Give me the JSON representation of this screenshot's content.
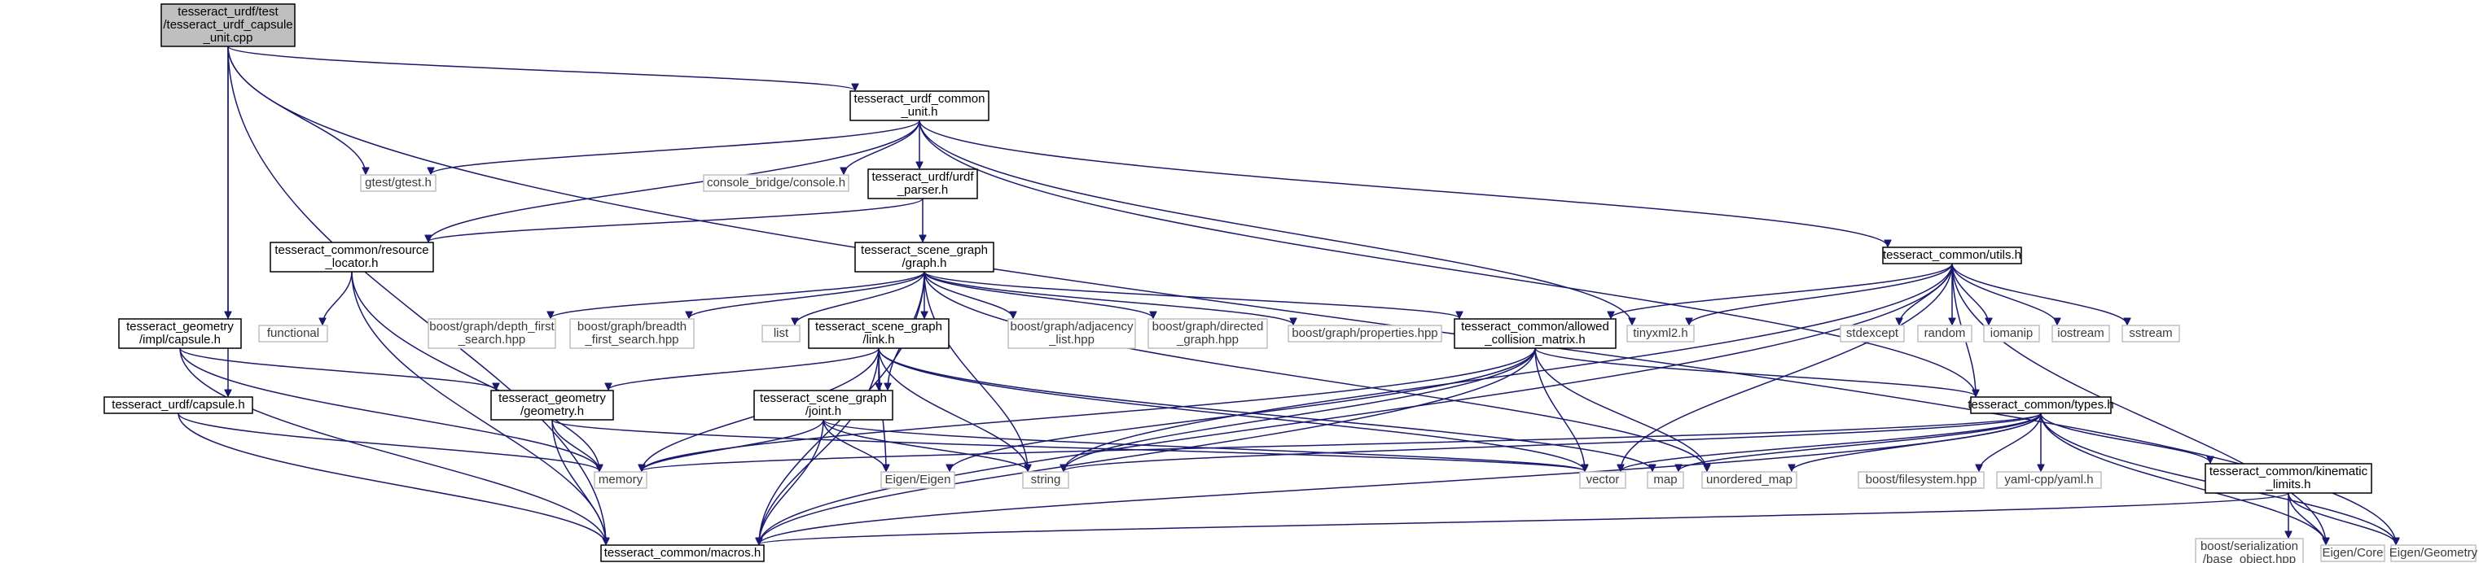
{
  "nodes": [
    {
      "id": "root",
      "kind": "root",
      "lines": [
        "tesseract_urdf/test",
        "/tesseract_urdf_capsule",
        "_unit.cpp"
      ]
    },
    {
      "id": "common_unit",
      "kind": "int",
      "lines": [
        "tesseract_urdf_common",
        "_unit.h"
      ]
    },
    {
      "id": "gtest",
      "kind": "ext",
      "lines": [
        "gtest/gtest.h"
      ]
    },
    {
      "id": "console",
      "kind": "ext",
      "lines": [
        "console_bridge/console.h"
      ]
    },
    {
      "id": "urdf_parser",
      "kind": "int",
      "lines": [
        "tesseract_urdf/urdf",
        "_parser.h"
      ]
    },
    {
      "id": "resource_locator",
      "kind": "int",
      "lines": [
        "tesseract_common/resource",
        "_locator.h"
      ]
    },
    {
      "id": "functional",
      "kind": "ext",
      "lines": [
        "functional"
      ]
    },
    {
      "id": "geom_impl_capsule",
      "kind": "int",
      "lines": [
        "tesseract_geometry",
        "/impl/capsule.h"
      ]
    },
    {
      "id": "urdf_capsule",
      "kind": "int",
      "lines": [
        "tesseract_urdf/capsule.h"
      ]
    },
    {
      "id": "sg_graph",
      "kind": "int",
      "lines": [
        "tesseract_scene_graph",
        "/graph.h"
      ]
    },
    {
      "id": "dfs",
      "kind": "ext",
      "lines": [
        "boost/graph/depth_first",
        "_search.hpp"
      ]
    },
    {
      "id": "bfs",
      "kind": "ext",
      "lines": [
        "boost/graph/breadth",
        "_first_search.hpp"
      ]
    },
    {
      "id": "list",
      "kind": "ext",
      "lines": [
        "list"
      ]
    },
    {
      "id": "sg_link",
      "kind": "int",
      "lines": [
        "tesseract_scene_graph",
        "/link.h"
      ]
    },
    {
      "id": "adj_list",
      "kind": "ext",
      "lines": [
        "boost/graph/adjacency",
        "_list.hpp"
      ]
    },
    {
      "id": "directed",
      "kind": "ext",
      "lines": [
        "boost/graph/directed",
        "_graph.hpp"
      ]
    },
    {
      "id": "props",
      "kind": "ext",
      "lines": [
        "boost/graph/properties.hpp"
      ]
    },
    {
      "id": "acm",
      "kind": "int",
      "lines": [
        "tesseract_common/allowed",
        "_collision_matrix.h"
      ]
    },
    {
      "id": "tinyxml",
      "kind": "ext",
      "lines": [
        "tinyxml2.h"
      ]
    },
    {
      "id": "utils",
      "kind": "int",
      "lines": [
        "tesseract_common/utils.h"
      ]
    },
    {
      "id": "stdexcept",
      "kind": "ext",
      "lines": [
        "stdexcept"
      ]
    },
    {
      "id": "random",
      "kind": "ext",
      "lines": [
        "random"
      ]
    },
    {
      "id": "iomanip",
      "kind": "ext",
      "lines": [
        "iomanip"
      ]
    },
    {
      "id": "iostream",
      "kind": "ext",
      "lines": [
        "iostream"
      ]
    },
    {
      "id": "sstream",
      "kind": "ext",
      "lines": [
        "sstream"
      ]
    },
    {
      "id": "geom_geometry",
      "kind": "int",
      "lines": [
        "tesseract_geometry",
        "/geometry.h"
      ]
    },
    {
      "id": "sg_joint",
      "kind": "int",
      "lines": [
        "tesseract_scene_graph",
        "/joint.h"
      ]
    },
    {
      "id": "types",
      "kind": "int",
      "lines": [
        "tesseract_common/types.h"
      ]
    },
    {
      "id": "memory",
      "kind": "ext",
      "lines": [
        "memory"
      ]
    },
    {
      "id": "eigen",
      "kind": "ext",
      "lines": [
        "Eigen/Eigen"
      ]
    },
    {
      "id": "string",
      "kind": "ext",
      "lines": [
        "string"
      ]
    },
    {
      "id": "vector",
      "kind": "ext",
      "lines": [
        "vector"
      ]
    },
    {
      "id": "map",
      "kind": "ext",
      "lines": [
        "map"
      ]
    },
    {
      "id": "unordered_map",
      "kind": "ext",
      "lines": [
        "unordered_map"
      ]
    },
    {
      "id": "fs",
      "kind": "ext",
      "lines": [
        "boost/filesystem.hpp"
      ]
    },
    {
      "id": "yaml",
      "kind": "ext",
      "lines": [
        "yaml-cpp/yaml.h"
      ]
    },
    {
      "id": "kin_limits",
      "kind": "int",
      "lines": [
        "tesseract_common/kinematic",
        "_limits.h"
      ]
    },
    {
      "id": "macros",
      "kind": "int",
      "lines": [
        "tesseract_common/macros.h"
      ]
    },
    {
      "id": "serialization",
      "kind": "ext",
      "lines": [
        "boost/serialization",
        "/base_object.hpp"
      ]
    },
    {
      "id": "eigen_core",
      "kind": "ext",
      "lines": [
        "Eigen/Core"
      ]
    },
    {
      "id": "eigen_geometry",
      "kind": "ext",
      "lines": [
        "Eigen/Geometry"
      ]
    }
  ],
  "edges": [
    [
      "root",
      "common_unit"
    ],
    [
      "root",
      "gtest"
    ],
    [
      "root",
      "geom_impl_capsule"
    ],
    [
      "root",
      "urdf_capsule"
    ],
    [
      "root",
      "macros"
    ],
    [
      "root",
      "eigen_geometry"
    ],
    [
      "common_unit",
      "gtest"
    ],
    [
      "common_unit",
      "console"
    ],
    [
      "common_unit",
      "urdf_parser"
    ],
    [
      "common_unit",
      "resource_locator"
    ],
    [
      "common_unit",
      "tinyxml"
    ],
    [
      "common_unit",
      "utils"
    ],
    [
      "common_unit",
      "types"
    ],
    [
      "urdf_parser",
      "resource_locator"
    ],
    [
      "urdf_parser",
      "sg_graph"
    ],
    [
      "resource_locator",
      "functional"
    ],
    [
      "resource_locator",
      "memory"
    ],
    [
      "resource_locator",
      "macros"
    ],
    [
      "geom_impl_capsule",
      "geom_geometry"
    ],
    [
      "geom_impl_capsule",
      "memory"
    ],
    [
      "geom_impl_capsule",
      "macros"
    ],
    [
      "urdf_capsule",
      "memory"
    ],
    [
      "urdf_capsule",
      "macros"
    ],
    [
      "sg_graph",
      "dfs"
    ],
    [
      "sg_graph",
      "bfs"
    ],
    [
      "sg_graph",
      "list"
    ],
    [
      "sg_graph",
      "sg_link"
    ],
    [
      "sg_graph",
      "sg_joint"
    ],
    [
      "sg_graph",
      "adj_list"
    ],
    [
      "sg_graph",
      "directed"
    ],
    [
      "sg_graph",
      "props"
    ],
    [
      "sg_graph",
      "acm"
    ],
    [
      "sg_graph",
      "string"
    ],
    [
      "sg_graph",
      "unordered_map"
    ],
    [
      "sg_graph",
      "macros"
    ],
    [
      "sg_link",
      "geom_geometry"
    ],
    [
      "sg_link",
      "sg_joint"
    ],
    [
      "sg_link",
      "eigen"
    ],
    [
      "sg_link",
      "memory"
    ],
    [
      "sg_link",
      "string"
    ],
    [
      "sg_link",
      "vector"
    ],
    [
      "sg_link",
      "map"
    ],
    [
      "sg_link",
      "macros"
    ],
    [
      "acm",
      "types"
    ],
    [
      "acm",
      "memory"
    ],
    [
      "acm",
      "eigen"
    ],
    [
      "acm",
      "string"
    ],
    [
      "acm",
      "vector"
    ],
    [
      "acm",
      "unordered_map"
    ],
    [
      "acm",
      "macros"
    ],
    [
      "utils",
      "tinyxml"
    ],
    [
      "utils",
      "stdexcept"
    ],
    [
      "utils",
      "random"
    ],
    [
      "utils",
      "iomanip"
    ],
    [
      "utils",
      "iostream"
    ],
    [
      "utils",
      "sstream"
    ],
    [
      "utils",
      "acm"
    ],
    [
      "utils",
      "string"
    ],
    [
      "utils",
      "vector"
    ],
    [
      "utils",
      "eigen_core"
    ],
    [
      "utils",
      "macros"
    ],
    [
      "utils",
      "types"
    ],
    [
      "geom_geometry",
      "memory"
    ],
    [
      "geom_geometry",
      "vector"
    ],
    [
      "geom_geometry",
      "macros"
    ],
    [
      "sg_joint",
      "memory"
    ],
    [
      "sg_joint",
      "eigen"
    ],
    [
      "sg_joint",
      "string"
    ],
    [
      "sg_joint",
      "vector"
    ],
    [
      "sg_joint",
      "macros"
    ],
    [
      "types",
      "memory"
    ],
    [
      "types",
      "vector"
    ],
    [
      "types",
      "map"
    ],
    [
      "types",
      "unordered_map"
    ],
    [
      "types",
      "fs"
    ],
    [
      "types",
      "yaml"
    ],
    [
      "types",
      "kin_limits"
    ],
    [
      "types",
      "eigen_core"
    ],
    [
      "types",
      "eigen_geometry"
    ],
    [
      "types",
      "macros"
    ],
    [
      "types",
      "string"
    ],
    [
      "kin_limits",
      "serialization"
    ],
    [
      "kin_limits",
      "eigen_core"
    ],
    [
      "kin_limits",
      "eigen_geometry"
    ],
    [
      "kin_limits",
      "macros"
    ]
  ]
}
